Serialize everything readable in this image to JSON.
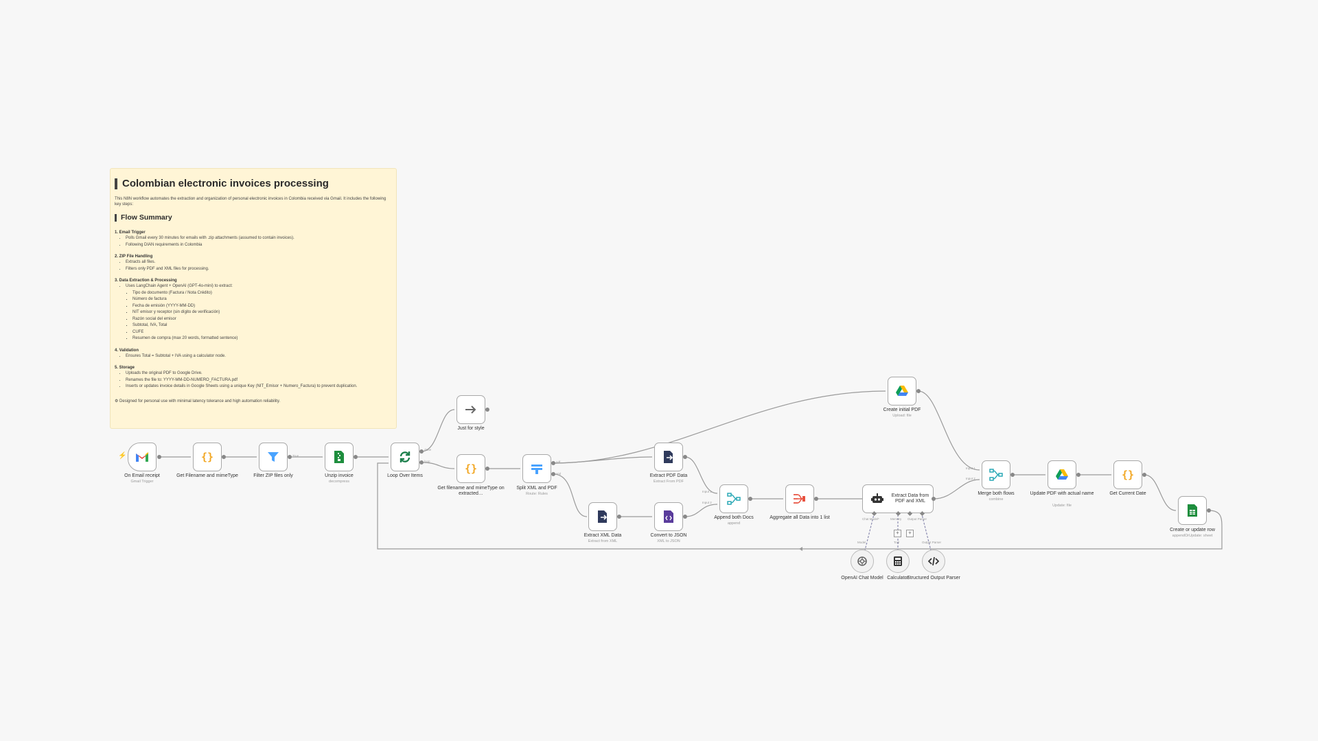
{
  "sticky": {
    "title": "Colombian electronic invoices processing",
    "intro": "This N8N workflow automates the extraction and organization of personal electronic invoices in Colombia received via Gmail. It includes the following key steps:",
    "summary_title": "Flow Summary",
    "steps": [
      {
        "title": "1. Email Trigger",
        "items": [
          "Polls Gmail every 30 minutes for emails with .zip attachments (assumed to contain invoices).",
          "Following DIAN requirements in Colombia"
        ]
      },
      {
        "title": "2. ZIP File Handling",
        "items": [
          "Extracts all files.",
          "Filters only PDF and XML files for processing."
        ]
      },
      {
        "title": "3. Data Extraction & Processing",
        "items": [
          "Uses LangChain Agent + OpenAI (GPT-4o-mini) to extract:"
        ],
        "subitems": [
          "Tipo de documento (Factura / Nota Crédito)",
          "Número de factura",
          "Fecha de emisión (YYYY-MM-DD)",
          "NIT emisor y receptor (sin dígito de verificación)",
          "Razón social del emisor",
          "Subtotal, IVA, Total",
          "CUFE",
          "Resumen de compra (max 20 words, formatted sentence)"
        ]
      },
      {
        "title": "4. Validation",
        "items": [
          "Ensures Total = Subtotal + IVA using a calculator node."
        ]
      },
      {
        "title": "5. Storage",
        "items": [
          "Uploads the original PDF to Google Drive.",
          "Renames the file to: YYYY-MM-DD-NUMERO_FACTURA.pdf",
          "Inserts or updates invoice details in Google Sheets using a unique Key (NIT_Emisor + Numero_Factura) to prevent duplication."
        ]
      }
    ],
    "footer": "⚙ Designed for personal use with minimal latency tolerance and high automation reliability."
  },
  "nodes": {
    "email": {
      "label": "On Email receipt",
      "sub": "Gmail Trigger"
    },
    "getfilename": {
      "label": "Get Filename and mimeType",
      "sub": ""
    },
    "filterzip": {
      "label": "Filter ZIP files only",
      "sub": ""
    },
    "unzip": {
      "label": "Unzip invoice",
      "sub": "decompress"
    },
    "loop": {
      "label": "Loop Over Items",
      "sub": ""
    },
    "style": {
      "label": "Just for style",
      "sub": ""
    },
    "getfilename2": {
      "label": "Get filename and mimeType on extracted…",
      "sub": ""
    },
    "split": {
      "label": "Split XML and PDF",
      "sub": "Route: Rules"
    },
    "extractpdf": {
      "label": "Extract PDF Data",
      "sub": "Extract From PDF"
    },
    "extractxml": {
      "label": "Extract XML Data",
      "sub": "Extract from XML"
    },
    "tojson": {
      "label": "Convert to JSON",
      "sub": "XML to JSON"
    },
    "append": {
      "label": "Append both Docs",
      "sub": "append"
    },
    "aggregate": {
      "label": "Aggregate all Data into 1 list",
      "sub": ""
    },
    "agent": {
      "label": "Extract Data from PDF and XML",
      "sub": ""
    },
    "openai": {
      "label": "OpenAI Chat Model",
      "sub": ""
    },
    "calculator": {
      "label": "Calculator",
      "sub": ""
    },
    "parser": {
      "label": "Structured Output Parser",
      "sub": ""
    },
    "createpdf": {
      "label": "Create initial PDF",
      "sub": "Upload: file"
    },
    "merge": {
      "label": "Merge both flows",
      "sub": "combine"
    },
    "updatepdf": {
      "label": "Update PDF with actual name",
      "sub": "Update: file"
    },
    "date": {
      "label": "Get Current Date",
      "sub": ""
    },
    "sheet": {
      "label": "Create or update row",
      "sub": "appendOrUpdate: sheet"
    }
  },
  "edge_labels": {
    "filter_true": "True",
    "loop_done": "done",
    "loop_loop": "loop",
    "split_pdf": "pdf",
    "split_xml": "xml",
    "append_in1": "Input 1",
    "append_in2": "Input 2",
    "merge_in1": "Input 1",
    "merge_in2": "Input 2",
    "agent_chat": "Chat Model*",
    "agent_memory": "Memory",
    "agent_tool": "Tool",
    "agent_parser": "Output Parser",
    "sub_model": "Model",
    "sub_tool": "Tool",
    "sub_parser": "Output Parser"
  },
  "colors": {
    "gmail_red": "#ea4335",
    "code_orange": "#f2a723",
    "filter_blue": "#4aa3ff",
    "sheets_green": "#1e8e3e",
    "loop_green": "#1b7f4b",
    "doc_navy": "#2f3a5c",
    "xml_purple": "#5a3c9c",
    "merge_teal": "#2aa8b6",
    "aggregate_red": "#e8513f"
  }
}
